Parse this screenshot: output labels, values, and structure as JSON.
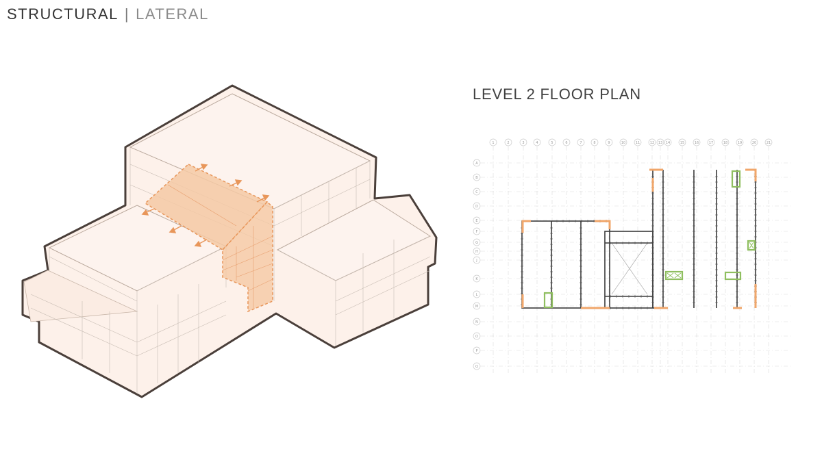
{
  "header": {
    "title": "STRUCTURAL",
    "subtitle": "LATERAL"
  },
  "plan": {
    "title": "LEVEL 2 FLOOR PLAN",
    "column_grid_labels": [
      "1",
      "2",
      "3",
      "4",
      "5",
      "6",
      "7",
      "8",
      "9",
      "10",
      "11",
      "12",
      "13",
      "14",
      "15",
      "16",
      "17",
      "18",
      "19",
      "20",
      "21"
    ],
    "row_grid_labels": [
      "A",
      "B",
      "C",
      "D",
      "E",
      "F",
      "G",
      "H",
      "J",
      "K",
      "L",
      "M",
      "N",
      "O",
      "P",
      "Q"
    ]
  },
  "colors": {
    "building_fill": "#fdf1ea",
    "building_outline": "#4a3f3a",
    "lateral_highlight": "#f5c9a4",
    "lateral_stroke": "#e8965a",
    "shear_wall": "#f0a66a",
    "brace_frame": "#8fbf5f"
  }
}
